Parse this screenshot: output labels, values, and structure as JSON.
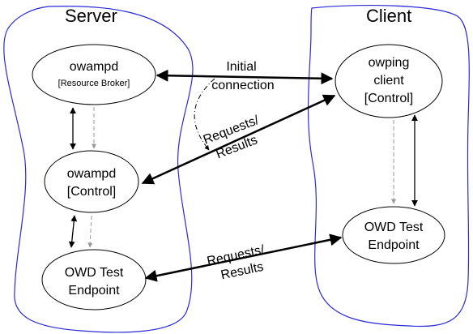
{
  "colors": {
    "region_border": "#2a2ad6",
    "line": "#000000",
    "dashed": "#999999",
    "background": "#ffffff"
  },
  "regions": {
    "server": {
      "title": "Server"
    },
    "client": {
      "title": "Client"
    }
  },
  "nodes": {
    "owampd_broker": {
      "line1": "owampd",
      "line2": "[Resource Broker]"
    },
    "owampd_control": {
      "line1": "owampd",
      "line2": "[Control]"
    },
    "owd_server": {
      "line1": "OWD Test",
      "line2": "Endpoint"
    },
    "owping": {
      "line1": "owping",
      "line2": "client",
      "line3": "[Control]"
    },
    "owd_client": {
      "line1": "OWD Test",
      "line2": "Endpoint"
    }
  },
  "edges": {
    "initial": {
      "line1": "Initial",
      "line2": "connection"
    },
    "requests_control": {
      "line1": "Requests/",
      "line2": "Results"
    },
    "requests_test": {
      "line1": "Requests/",
      "line2": "Results"
    }
  }
}
